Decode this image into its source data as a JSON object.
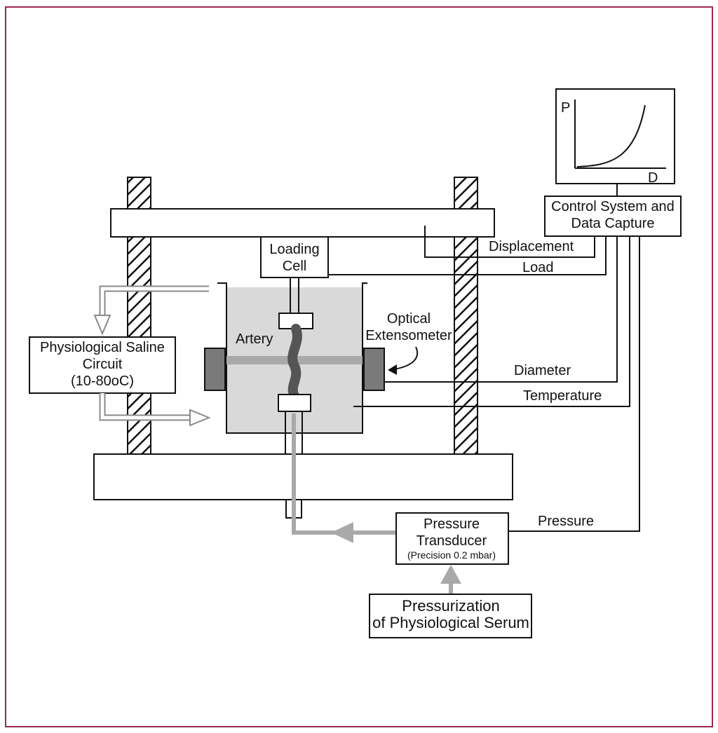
{
  "labels": {
    "control_system_line1": "Control System and",
    "control_system_line2": "Data Capture",
    "loading_cell_line1": "Loading",
    "loading_cell_line2": "Cell",
    "displacement": "Displacement",
    "load": "Load",
    "diameter": "Diameter",
    "temperature": "Temperature",
    "pressure": "Pressure",
    "artery": "Artery",
    "optical_line1": "Optical",
    "optical_line2": "Extensometer",
    "saline_line1": "Physiological Saline",
    "saline_line2": "Circuit",
    "saline_line3": "(10-80oC)",
    "transducer_line1": "Pressure",
    "transducer_line2": "Transducer",
    "transducer_line3": "(Precision 0.2 mbar)",
    "pressurization_line1": "Pressurization",
    "pressurization_line2": "of Physiological Serum",
    "graph_y": "P",
    "graph_x": "D"
  },
  "colors": {
    "frame_border": "#a0284a",
    "bath_fill": "#d9d9d9",
    "grey_flow": "#a9a9a9",
    "artery": "#555555",
    "extensometer_block": "#7a7a7a"
  }
}
